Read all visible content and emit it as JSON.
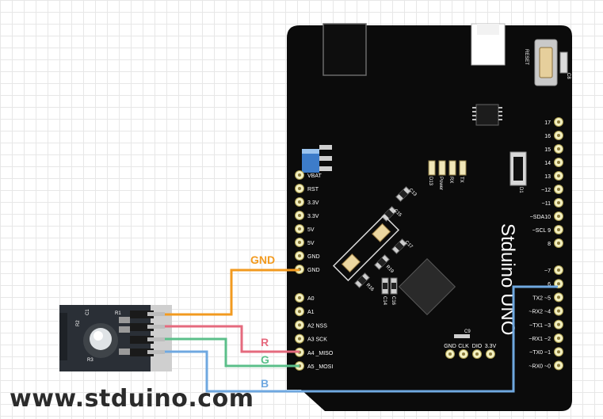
{
  "board": {
    "brand": "Stduino UNO",
    "reset_label": "RESET",
    "left_header": [
      "VBAT",
      "RST",
      "3.3V",
      "3.3V",
      "5V",
      "5V",
      "GND",
      "GND"
    ],
    "analog_header": [
      "A0",
      "A1",
      "A2 NSS",
      "A3 SCK",
      "A4 _MISO",
      "A5 _MOSI"
    ],
    "right_header_top": [
      "17",
      "16",
      "15",
      "14",
      "13",
      "~12",
      "~11",
      "~SDA10",
      "~SCL 9",
      "8"
    ],
    "right_header_bottom": [
      "~7",
      "6",
      "TX2 ~5",
      "~RX2 ~4",
      "~TX1 ~3",
      "~RX1 ~2",
      "~TX0 ~1",
      "~RX0 ~0"
    ],
    "bottom_pins": [
      "GND",
      "CLK",
      "DIO",
      "3.3V"
    ],
    "components": {
      "leds": [
        "D13",
        "Power",
        "RX",
        "TX"
      ],
      "d1": "D1",
      "c8": "C8",
      "c9": "C9",
      "c13": "C13",
      "c15": "C15",
      "c17": "C17",
      "r16": "R16",
      "r19": "R19",
      "c14": "C14",
      "c16": "C16"
    }
  },
  "module": {
    "labels": [
      "C1",
      "R1",
      "R2",
      "R3"
    ]
  },
  "wires": [
    {
      "label": "GND",
      "color": "#f29a1f",
      "to_pin": "GND"
    },
    {
      "label": "R",
      "color": "#e56a7e",
      "to_pin": "A4 _MISO"
    },
    {
      "label": "G",
      "color": "#5bbf8a",
      "to_pin": "A5 _MOSI"
    },
    {
      "label": "B",
      "color": "#6fa8e0",
      "to_pin": "6"
    }
  ],
  "watermark": "www.stduino.com"
}
